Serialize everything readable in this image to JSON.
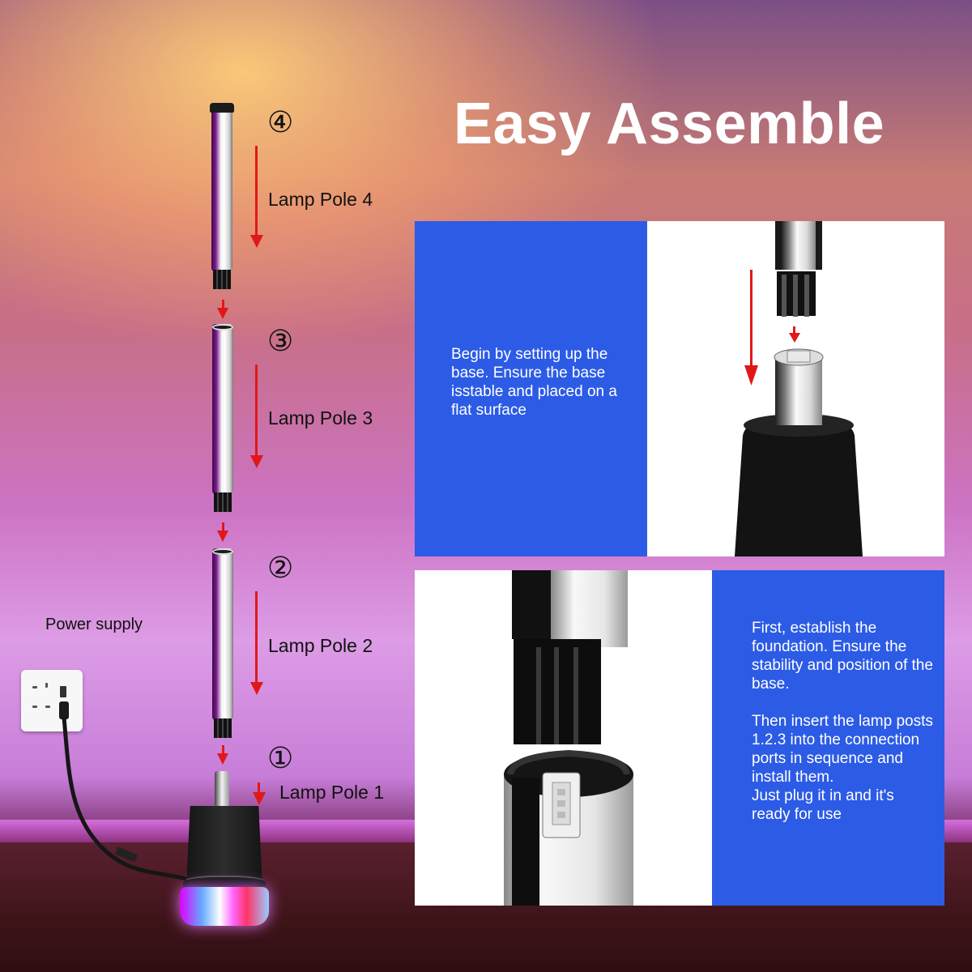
{
  "title": "Easy Assemble",
  "poles": [
    {
      "number": "④",
      "label": "Lamp Pole 4"
    },
    {
      "number": "③",
      "label": "Lamp Pole 3"
    },
    {
      "number": "②",
      "label": "Lamp Pole 2"
    },
    {
      "number": "①",
      "label": "Lamp Pole 1"
    }
  ],
  "power_label": "Power supply",
  "panel_top_text": "Begin by setting up the base. Ensure the base isstable and placed on a flat surface",
  "panel_bottom_text": [
    "First, establish the foundation. Ensure the stability and position of the base.",
    "Then insert the lamp posts 1.2.3 into the connection ports in sequence and install them.\nJust plug it in and it's ready for use"
  ],
  "colors": {
    "panel_blue": "#2c5be6",
    "arrow_red": "#e01818",
    "title": "#ffffff"
  },
  "icons": [
    "power-socket-icon",
    "down-arrow-icon"
  ]
}
